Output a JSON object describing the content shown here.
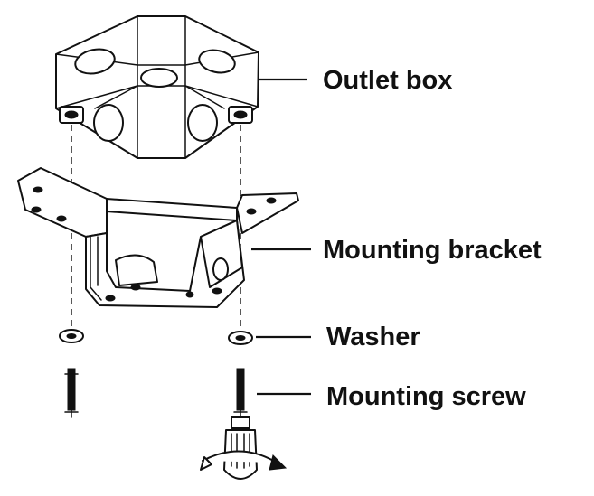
{
  "labels": {
    "outlet_box": "Outlet box",
    "mounting_bracket": "Mounting bracket",
    "washer": "Washer",
    "mounting_screw": "Mounting screw"
  },
  "colors": {
    "ink": "#111111",
    "background": "#ffffff"
  }
}
